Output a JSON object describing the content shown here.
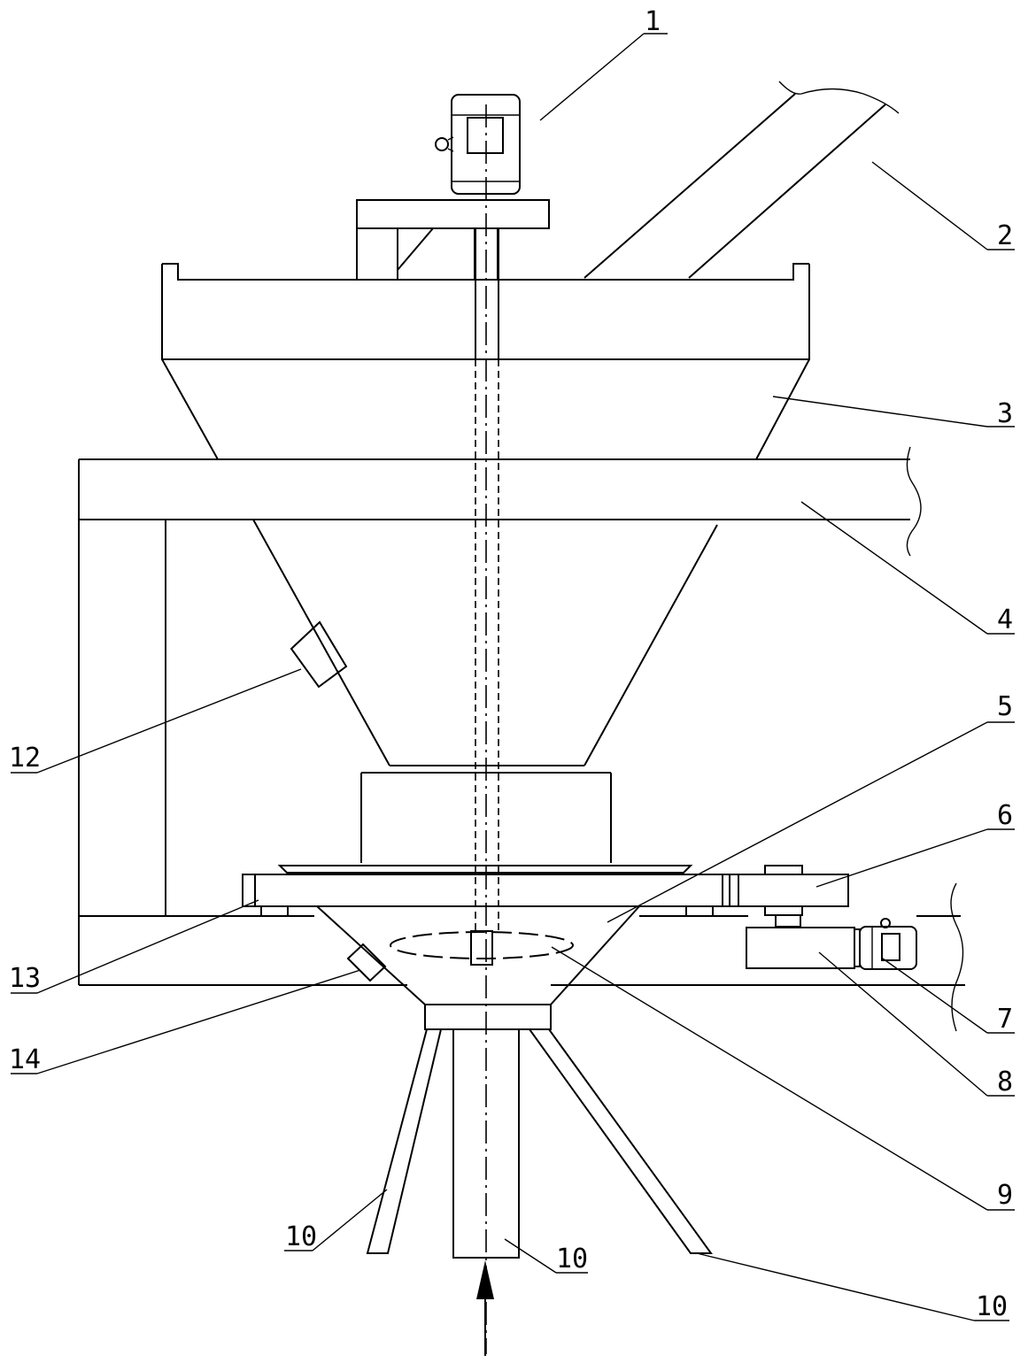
{
  "figure": {
    "labels": {
      "l1": "1",
      "l2": "2",
      "l3": "3",
      "l4": "4",
      "l5": "5",
      "l6": "6",
      "l7": "7",
      "l8": "8",
      "l9": "9",
      "l10a": "10",
      "l10b": "10",
      "l10c": "10",
      "l12": "12",
      "l13": "13",
      "l14": "14"
    }
  }
}
